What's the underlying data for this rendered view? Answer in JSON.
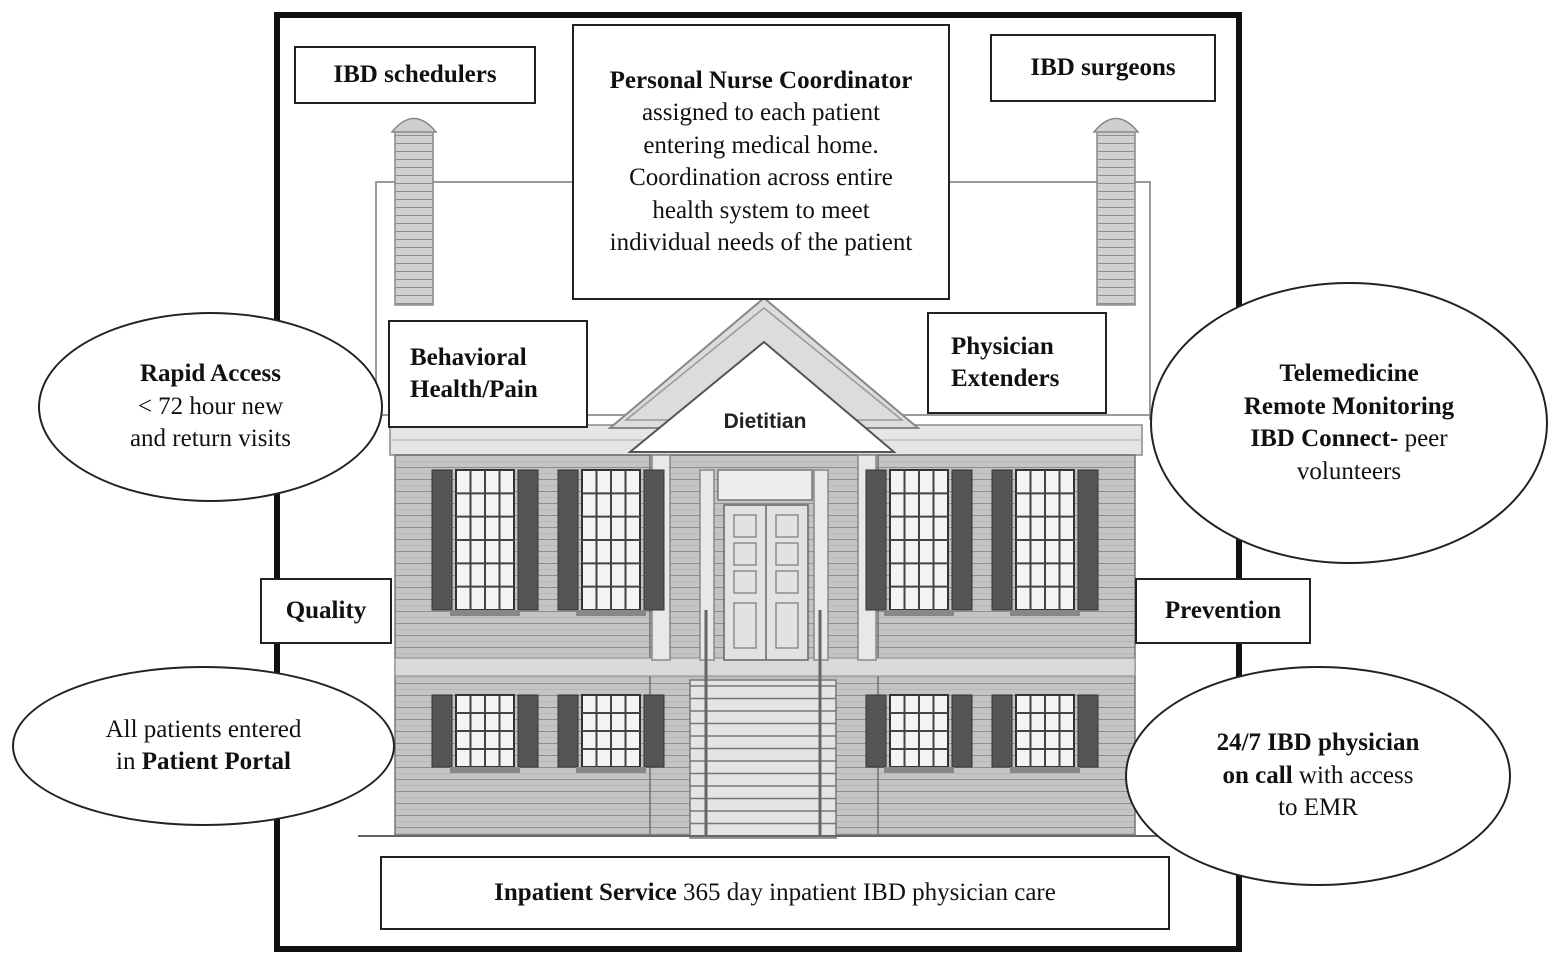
{
  "top": {
    "schedulers": "IBD schedulers",
    "surgeons": "IBD surgeons"
  },
  "nurse": {
    "title": "Personal Nurse Coordinator",
    "lines": [
      "assigned to each patient",
      "entering medical home.",
      "Coordination across entire",
      "health system to meet",
      "individual needs of the patient"
    ]
  },
  "behavioral": [
    "Behavioral",
    "Health/Pain"
  ],
  "extenders": [
    "Physician",
    "Extenders"
  ],
  "dietitian": "Dietitian",
  "quality": "Quality",
  "prevention": "Prevention",
  "rapid": {
    "title": "Rapid Access",
    "lines": [
      "< 72 hour new",
      "and return visits"
    ]
  },
  "tele": {
    "line1": "Telemedicine",
    "line2": "Remote Monitoring",
    "line3_bold": "IBD Connect-",
    "line3_rest": " peer",
    "line4": "volunteers"
  },
  "portal": {
    "line1": "All patients entered",
    "line2_pre": "in ",
    "line2_bold": "Patient Portal"
  },
  "oncall": {
    "line1": "24/7 IBD physician",
    "line2_bold": "on call",
    "line2_rest": " with access",
    "line3": "to EMR"
  },
  "inpatient": {
    "bold": "Inpatient Service",
    "rest": " 365 day inpatient IBD physician care"
  },
  "colors": {
    "brick": "#b9b9b9",
    "brick_line": "#8a8a8a",
    "shutter": "#555555",
    "roof_line": "#999999"
  }
}
